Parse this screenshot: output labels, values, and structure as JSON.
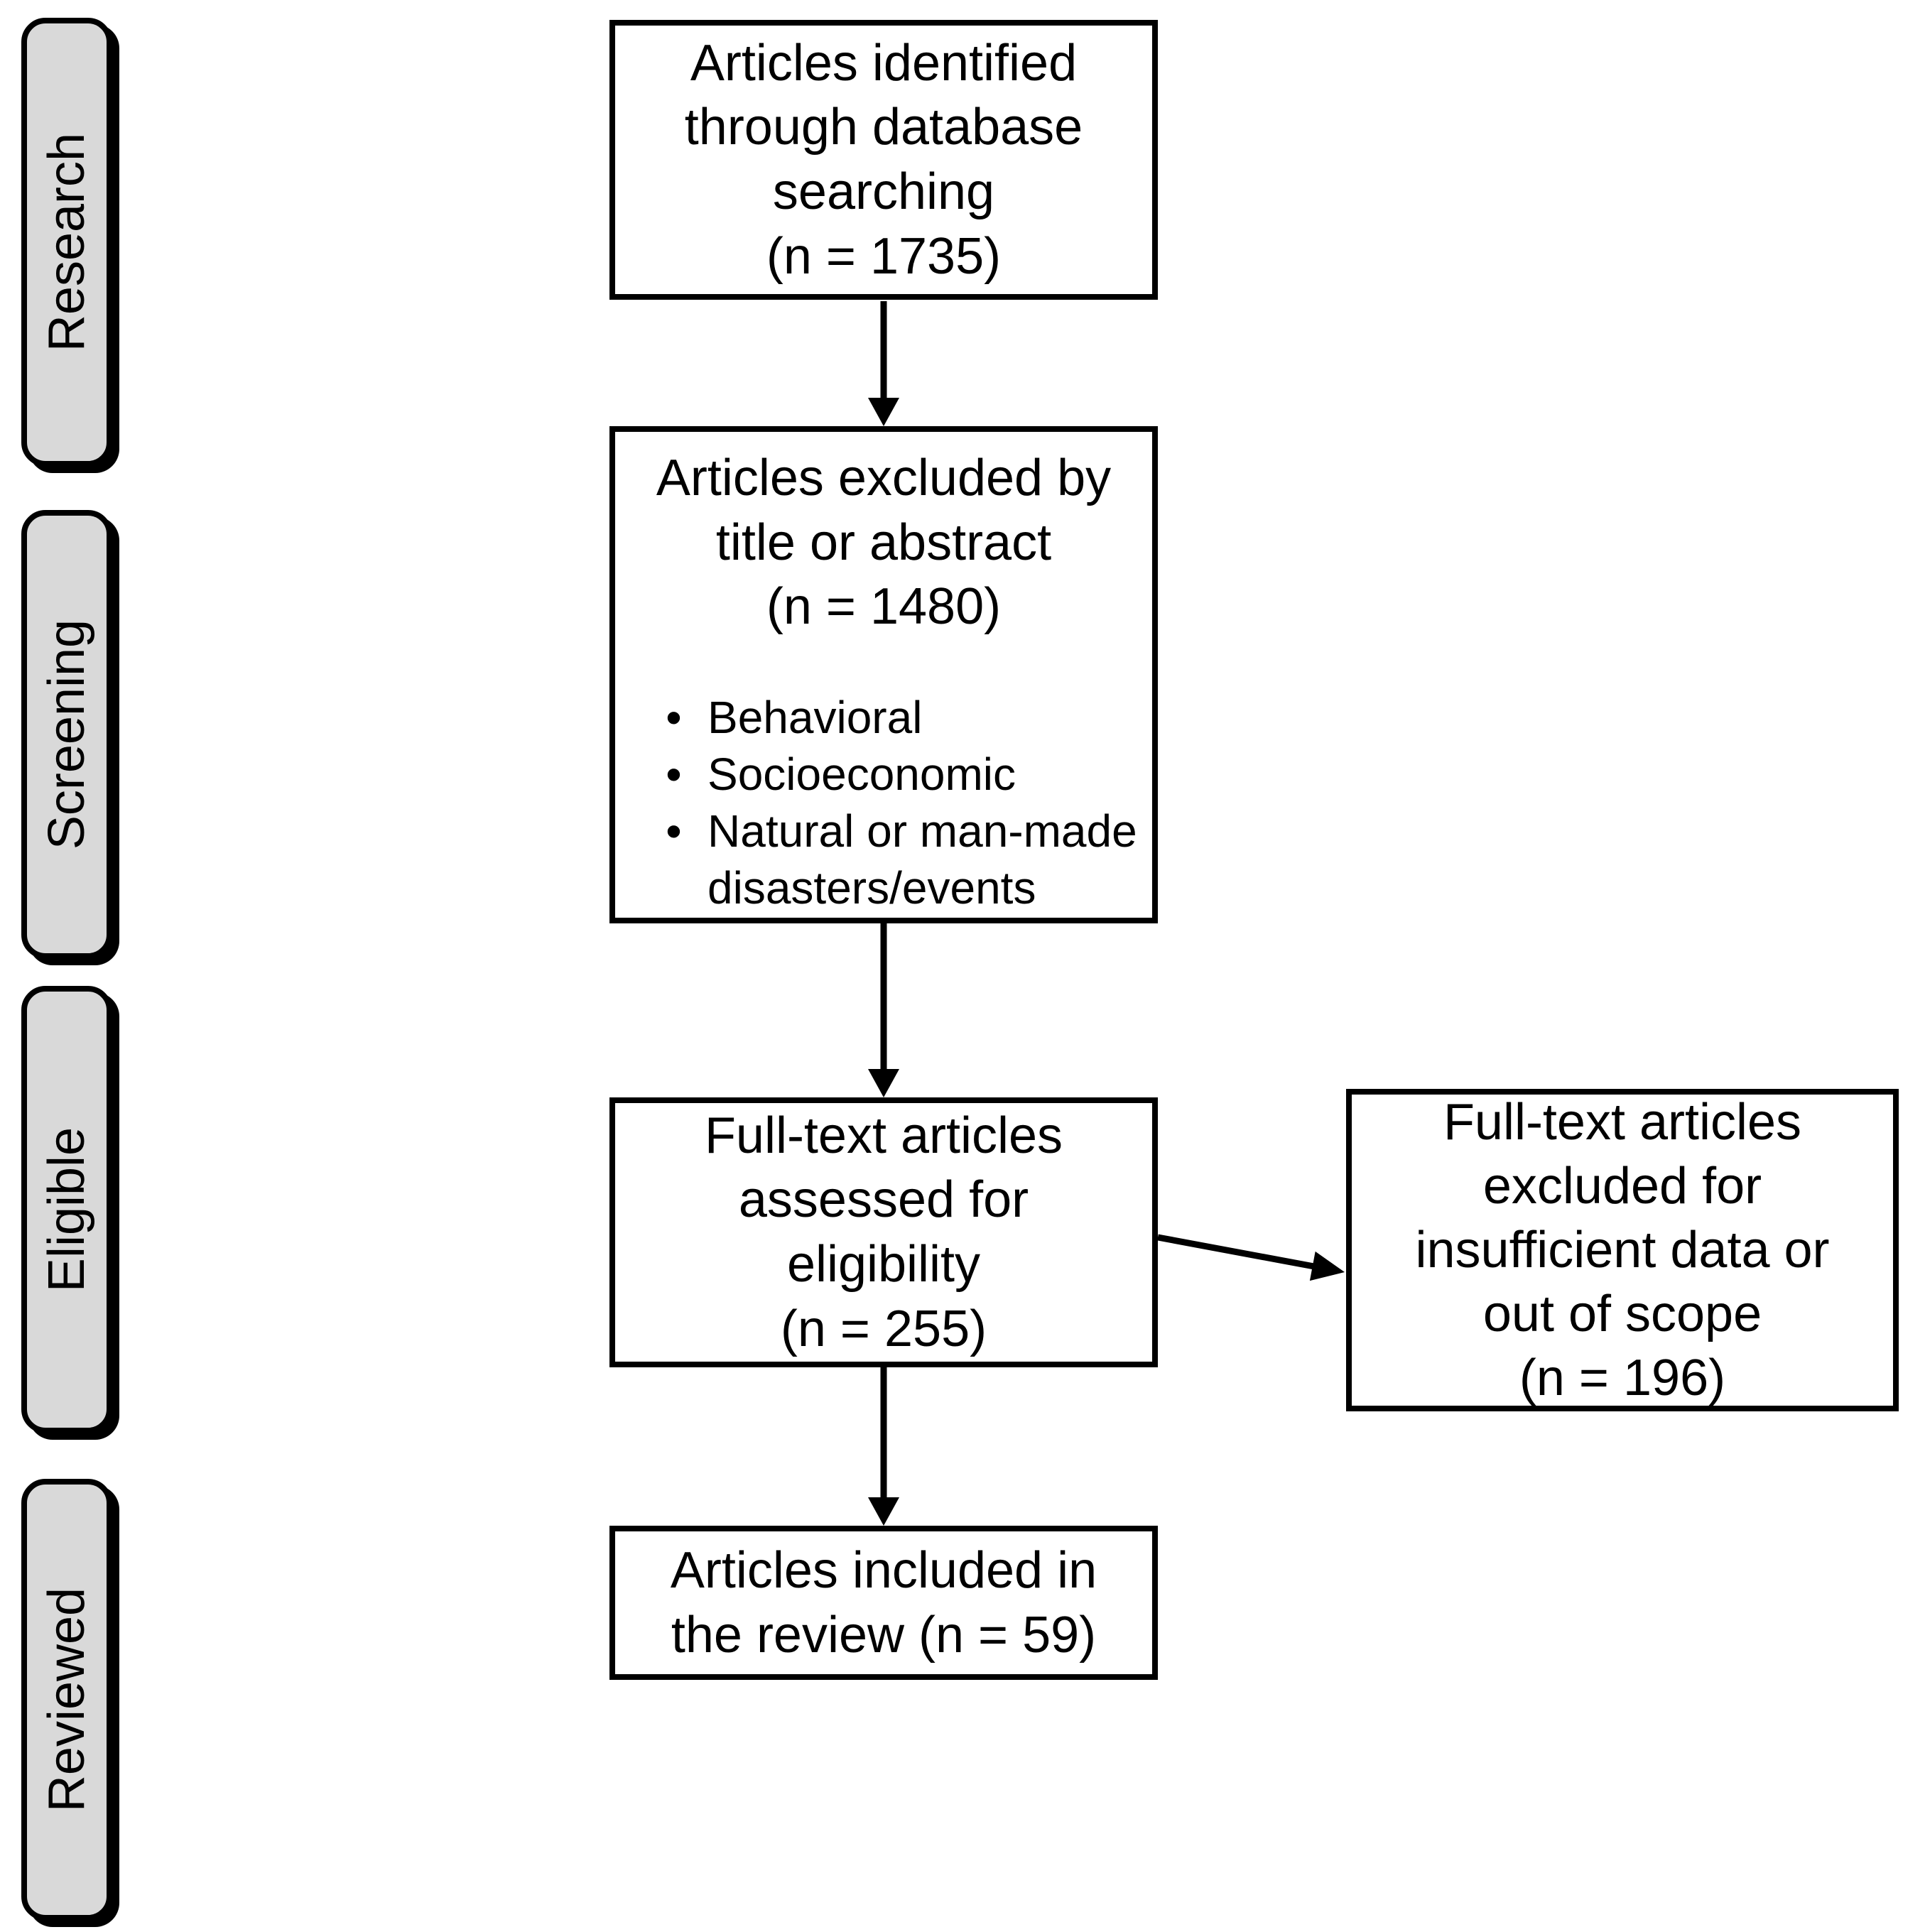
{
  "page": {
    "background": "#ffffff"
  },
  "colors": {
    "box_border": "#000000",
    "stage_fill": "#d9d9d9",
    "text": "#000000",
    "arrow": "#000000"
  },
  "stages": [
    {
      "label": "Research"
    },
    {
      "label": "Screening"
    },
    {
      "label": "Eligible"
    },
    {
      "label": "Reviewed"
    }
  ],
  "boxes": {
    "identified": {
      "lines": [
        "Articles identified",
        "through database",
        "searching",
        "(n = 1735)"
      ]
    },
    "excluded": {
      "lines": [
        "Articles excluded by",
        "title or abstract",
        "(n = 1480)"
      ],
      "bullet_char": "•",
      "bullets": [
        "Behavioral",
        "Socioeconomic",
        "Natural or man-made disasters/events"
      ]
    },
    "assessed": {
      "lines": [
        "Full-text articles",
        "assessed for",
        "eligibility",
        "(n = 255)"
      ]
    },
    "fulltext_excluded": {
      "lines": [
        "Full-text articles",
        "excluded for",
        "insufficient data or",
        "out of scope",
        "(n = 196)"
      ]
    },
    "included": {
      "lines": [
        "Articles included in",
        "the review (n = 59)"
      ]
    }
  }
}
